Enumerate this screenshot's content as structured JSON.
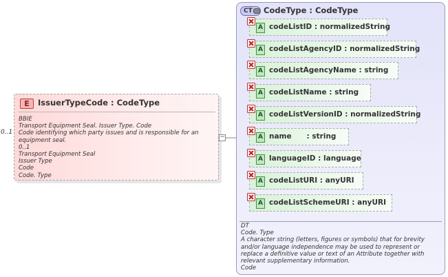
{
  "element": {
    "badge": "E",
    "title": "IssuerTypeCode : CodeType",
    "occurrence": "0..1",
    "collapse_symbol": "−",
    "doc": [
      "BBIE",
      "Transport Equipment Seal. Issuer Type. Code",
      "Code identifying which party issues and is responsible for an equipment seal.",
      "0..1",
      "Transport Equipment Seal",
      "Issuer Type",
      "Code",
      "Code. Type"
    ]
  },
  "complex_type": {
    "badge": "CT",
    "title": "CodeType : CodeType",
    "attribute_badge": "A",
    "attributes": [
      {
        "label": "codeListID : normalizedString"
      },
      {
        "label": "codeListAgencyID : normalizedString"
      },
      {
        "label": "codeListAgencyName : string"
      },
      {
        "label": "codeListName : string"
      },
      {
        "label": "codeListVersionID : normalizedString"
      },
      {
        "label": "name      : string"
      },
      {
        "label": "languageID : language"
      },
      {
        "label": "codeListURI : anyURI"
      },
      {
        "label": "codeListSchemeURI : anyURI"
      }
    ],
    "doc": [
      "DT",
      "Code. Type",
      "A character string (letters, figures or symbols) that for brevity and/or language independence may be used to represent or replace a definitive value or text of an Attribute together with relevant supplementary information.",
      "Code"
    ]
  },
  "colors": {
    "element_border": "#b54141",
    "element_fill": "#ffd9d9",
    "type_panel_border": "#9a9ab8",
    "type_panel_fill": "#e3e3fa",
    "attribute_fill": "#d8f2d8",
    "attribute_badge_border": "#4a8a4a",
    "prohibited_icon": "#cc2222"
  }
}
